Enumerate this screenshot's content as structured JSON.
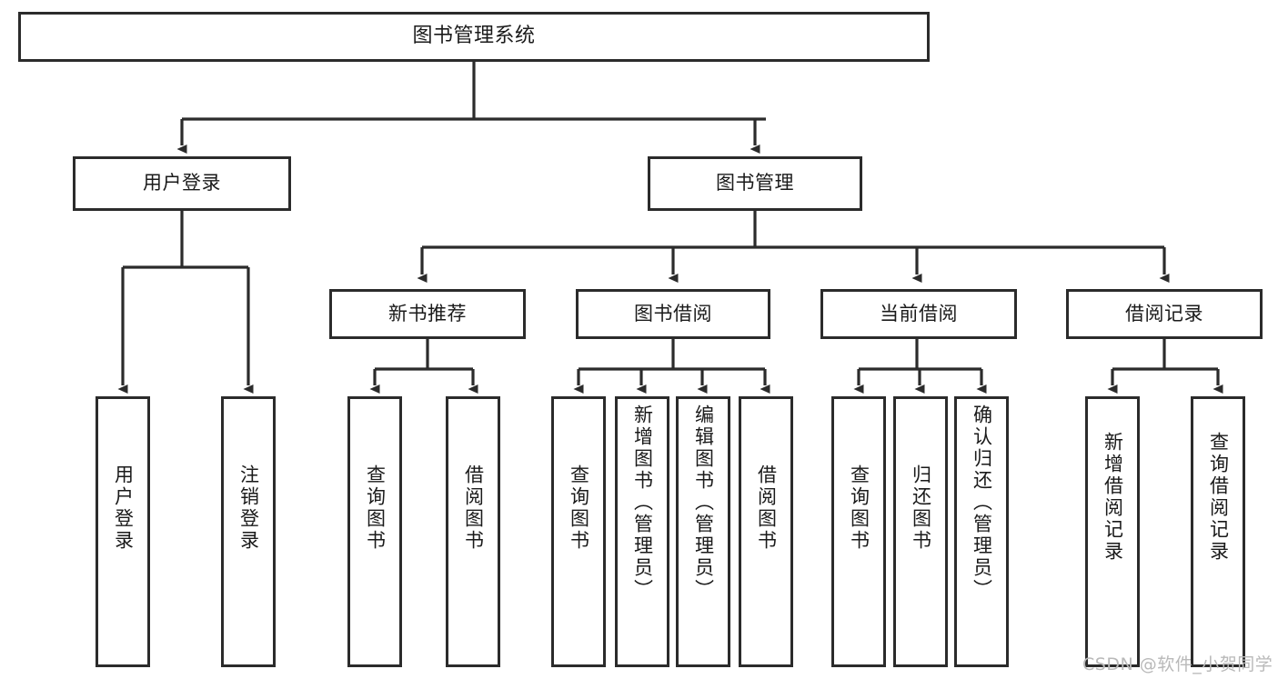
{
  "diagram": {
    "title": "图书管理系统",
    "type": "hierarchy-tree",
    "watermark": "CSDN @软件_小贺同学",
    "colors": {
      "stroke": "#2b2b2b",
      "fill": "#ffffff",
      "text": "#1a1a1a",
      "watermark": "#b9b9b9"
    },
    "levels": {
      "root": {
        "label": "图书管理系统"
      },
      "level1": [
        {
          "id": "user-login",
          "label": "用户登录"
        },
        {
          "id": "book-manage",
          "label": "图书管理"
        }
      ],
      "level2": [
        {
          "id": "new-book-rec",
          "label": "新书推荐",
          "parent": "book-manage"
        },
        {
          "id": "book-borrow",
          "label": "图书借阅",
          "parent": "book-manage"
        },
        {
          "id": "current-borrow",
          "label": "当前借阅",
          "parent": "book-manage"
        },
        {
          "id": "borrow-record",
          "label": "借阅记录",
          "parent": "book-manage"
        }
      ],
      "leaves": [
        {
          "id": "leaf-1",
          "label": "用户登录",
          "parent": "user-login"
        },
        {
          "id": "leaf-2",
          "label": "注销登录",
          "parent": "user-login"
        },
        {
          "id": "leaf-3",
          "label": "查询图书",
          "parent": "new-book-rec"
        },
        {
          "id": "leaf-4",
          "label": "借阅图书",
          "parent": "new-book-rec"
        },
        {
          "id": "leaf-5",
          "label": "查询图书",
          "parent": "book-borrow"
        },
        {
          "id": "leaf-6",
          "label": "新增图书（管理员）",
          "parent": "book-borrow"
        },
        {
          "id": "leaf-7",
          "label": "编辑图书（管理员）",
          "parent": "book-borrow"
        },
        {
          "id": "leaf-8",
          "label": "借阅图书",
          "parent": "book-borrow"
        },
        {
          "id": "leaf-9",
          "label": "查询图书",
          "parent": "current-borrow"
        },
        {
          "id": "leaf-10",
          "label": "归还图书",
          "parent": "current-borrow"
        },
        {
          "id": "leaf-11",
          "label": "确认归还（管理员）",
          "parent": "current-borrow"
        },
        {
          "id": "leaf-12",
          "label": "新增借阅记录",
          "parent": "borrow-record"
        },
        {
          "id": "leaf-13",
          "label": "查询借阅记录",
          "parent": "borrow-record"
        }
      ]
    }
  }
}
